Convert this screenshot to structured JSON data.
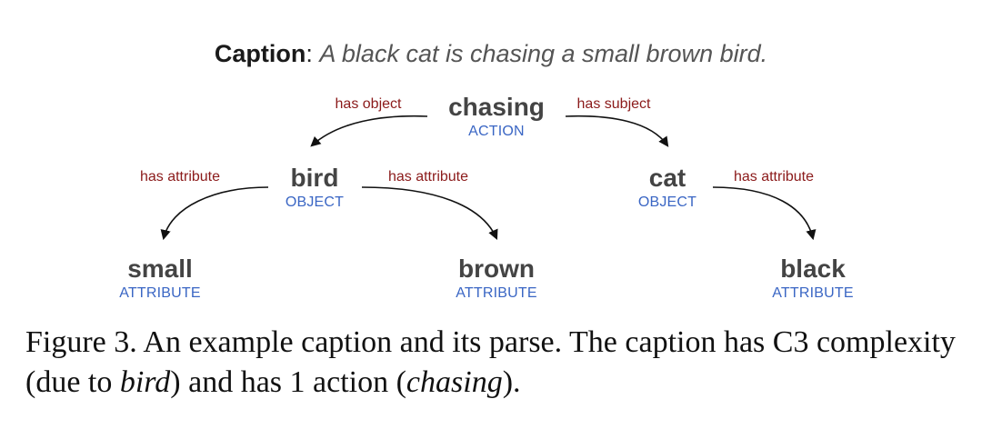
{
  "caption": {
    "label": "Caption",
    "separator": ":",
    "text": "A black cat is chasing a small brown bird."
  },
  "nodes": {
    "chasing": {
      "word": "chasing",
      "type": "ACTION"
    },
    "bird": {
      "word": "bird",
      "type": "OBJECT"
    },
    "cat": {
      "word": "cat",
      "type": "OBJECT"
    },
    "small": {
      "word": "small",
      "type": "ATTRIBUTE"
    },
    "brown": {
      "word": "brown",
      "type": "ATTRIBUTE"
    },
    "black": {
      "word": "black",
      "type": "ATTRIBUTE"
    }
  },
  "edges": [
    {
      "from": "chasing",
      "to": "bird",
      "label": "has object"
    },
    {
      "from": "chasing",
      "to": "cat",
      "label": "has subject"
    },
    {
      "from": "bird",
      "to": "small",
      "label": "has attribute"
    },
    {
      "from": "bird",
      "to": "brown",
      "label": "has attribute"
    },
    {
      "from": "cat",
      "to": "black",
      "label": "has attribute"
    }
  ],
  "figure_caption": {
    "prefix": "Figure 3.  An example caption and its parse.  The caption has C3 complexity (due to ",
    "em1": "bird",
    "middle": ") and has 1 action (",
    "em2": "chasing",
    "suffix": ")."
  },
  "colors": {
    "node_word": "#444444",
    "node_type": "#3a66c4",
    "edge_label": "#8b1a1a",
    "edge_line": "#111111"
  }
}
